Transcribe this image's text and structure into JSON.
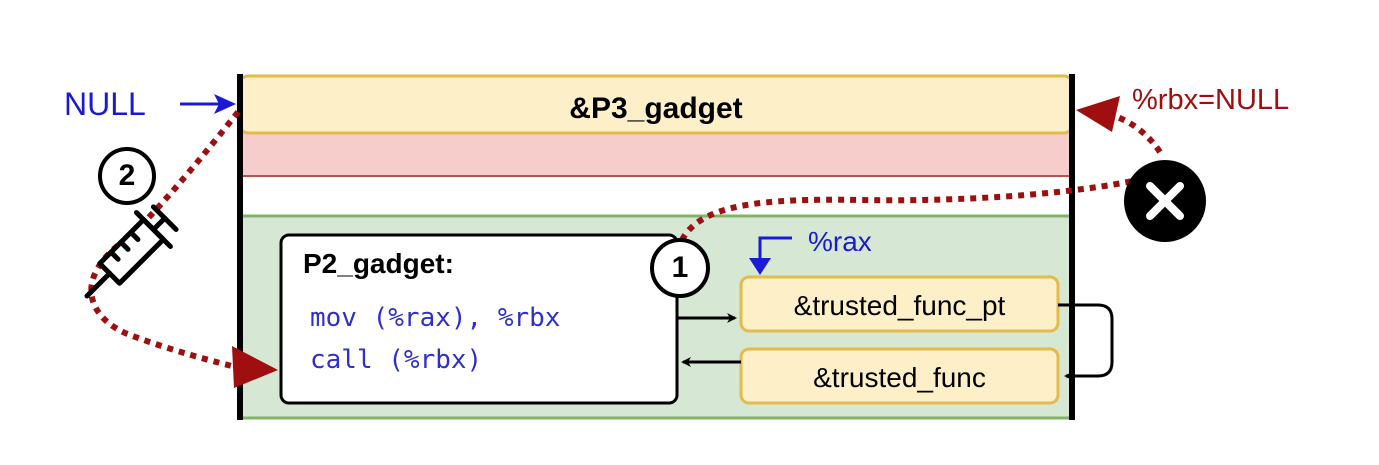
{
  "labels": {
    "null_label": "NULL",
    "rbx_null_label": "%rbx=NULL",
    "p3_gadget": "&P3_gadget",
    "p2_title": "P2_gadget:",
    "code_line_1": "mov (%rax), %rbx",
    "code_line_2": "call (%rbx)",
    "rax_label": "%rax",
    "trusted_func_ptr": "&trusted_func_pt",
    "trusted_func": "&trusted_func",
    "step_1": "1",
    "step_2": "2"
  },
  "colors": {
    "gadget_fill": "#fdf0c8",
    "gadget_stroke": "#e2bb4a",
    "red_band_fill": "#f7cdcb",
    "red_band_stroke": "#b85450",
    "green_fill": "#d6e8d4",
    "green_stroke": "#82b366",
    "blue_text": "#1a1ad6",
    "dark_red": "#a00f0f",
    "code_text": "#2f2fd0"
  },
  "icons": [
    "syringe-icon",
    "cross-circle-icon",
    "step-1-badge",
    "step-2-badge"
  ]
}
